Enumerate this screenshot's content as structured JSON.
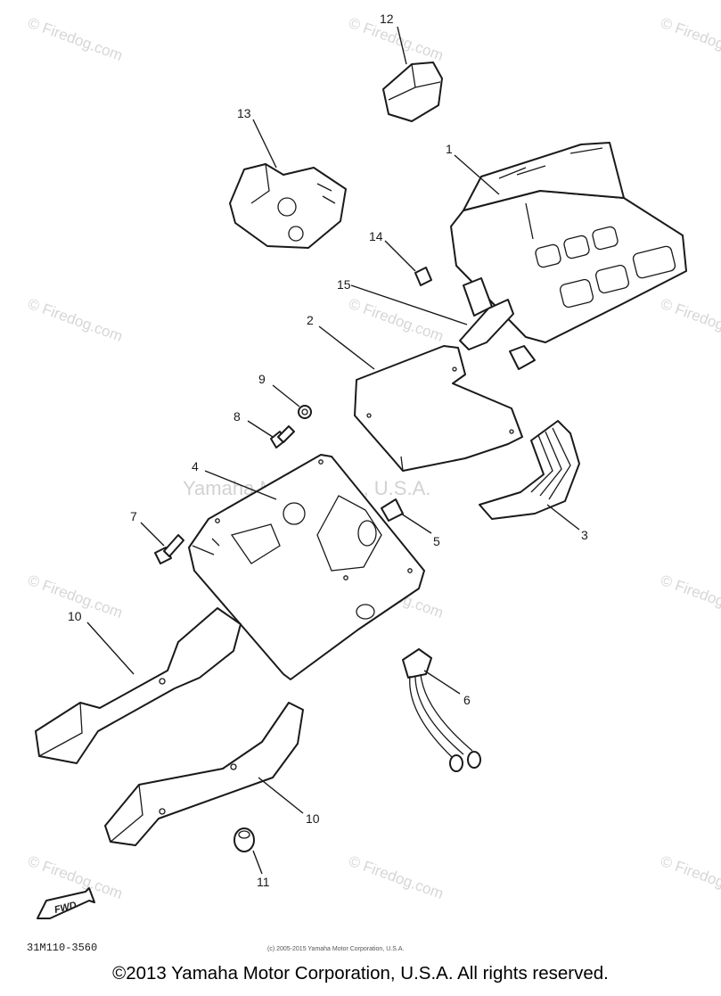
{
  "watermark": {
    "site": "© Firedog.com",
    "center": "Yamaha Motor Corp., U.S.A."
  },
  "callouts": [
    "1",
    "2",
    "3",
    "4",
    "5",
    "6",
    "7",
    "8",
    "9",
    "10",
    "10",
    "11",
    "12",
    "13",
    "14",
    "15"
  ],
  "forward_label": "FWD",
  "diagram_code": "31M110-3560",
  "small_copyright": "(c) 2005-2015 Yamaha Motor Corporation, U.S.A.",
  "copyright": "©2013 Yamaha Motor Corporation, U.S.A. All rights reserved."
}
